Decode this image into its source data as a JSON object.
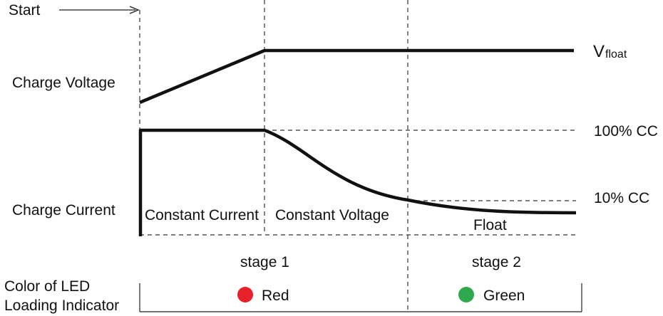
{
  "labels": {
    "start": "Start",
    "charge_voltage": "Charge Voltage",
    "charge_current": "Charge Current",
    "v_float_main": "V",
    "v_float_sub": "float",
    "cc_100": "100% CC",
    "cc_10": "10% CC",
    "constant_current": "Constant Current",
    "constant_voltage": "Constant Voltage",
    "float": "Float",
    "stage1": "stage 1",
    "stage2": "stage 2",
    "led_line1": "Color of LED",
    "led_line2": "Loading Indicator"
  },
  "led": {
    "stage1": {
      "label": "Red",
      "color": "#e8202a"
    },
    "stage2": {
      "label": "Green",
      "color": "#2fa94e"
    }
  },
  "colors": {
    "line": "#111111"
  }
}
